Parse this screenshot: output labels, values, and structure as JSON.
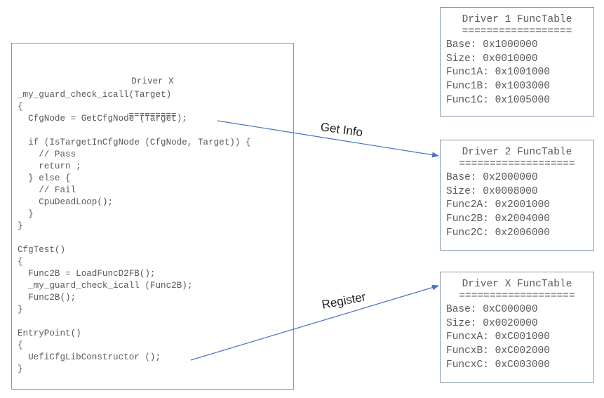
{
  "driver_x": {
    "title": "Driver X",
    "underline": "=========",
    "code_lines": [
      "_my_guard_check_icall(Target)",
      "{",
      "  CfgNode = GetCfgNode (Target);",
      "",
      "  if (IsTargetInCfgNode (CfgNode, Target)) {",
      "    // Pass",
      "    return ;",
      "  } else {",
      "    // Fail",
      "    CpuDeadLoop();",
      "  }",
      "}",
      "",
      "CfgTest()",
      "{",
      "  Func2B = LoadFuncD2FB();",
      "  _my_guard_check_icall (Func2B);",
      "  Func2B();",
      "}",
      "",
      "EntryPoint()",
      "{",
      "  UefiCfgLibConstructor ();",
      "}"
    ]
  },
  "tables": [
    {
      "id": "driver-1",
      "title": "Driver 1 FuncTable",
      "separator": "==================",
      "rows": [
        "Base: 0x1000000",
        "Size: 0x0010000",
        "Func1A: 0x1001000",
        "Func1B: 0x1003000",
        "Func1C: 0x1005000"
      ]
    },
    {
      "id": "driver-2",
      "title": "Driver 2 FuncTable",
      "separator": "===================",
      "rows": [
        "Base: 0x2000000",
        "Size: 0x0008000",
        "Func2A: 0x2001000",
        "Func2B: 0x2004000",
        "Func2C: 0x2006000"
      ]
    },
    {
      "id": "driver-x",
      "title": "Driver X FuncTable",
      "separator": "===================",
      "rows": [
        "Base: 0xC000000",
        "Size: 0x0020000",
        "FuncxA: 0xC001000",
        "FuncxB: 0xC002000",
        "FuncxC: 0xC003000"
      ]
    }
  ],
  "arrows": {
    "get_info": "Get Info",
    "register": "Register"
  },
  "colors": {
    "arrow": "#4472c4",
    "border": "#8497b0"
  }
}
